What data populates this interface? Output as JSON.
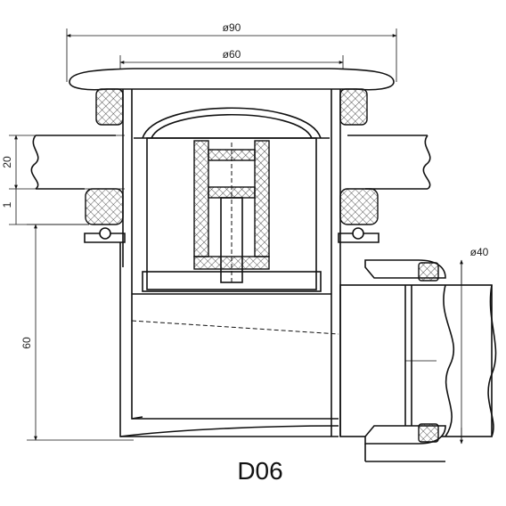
{
  "drawing": {
    "title": "D06",
    "dimensions": {
      "top_outer_diameter": "ø90",
      "top_inner_diameter": "ø60",
      "outlet_diameter": "ø40",
      "slab_thickness": "20",
      "gap": "1",
      "body_height": "60"
    }
  }
}
